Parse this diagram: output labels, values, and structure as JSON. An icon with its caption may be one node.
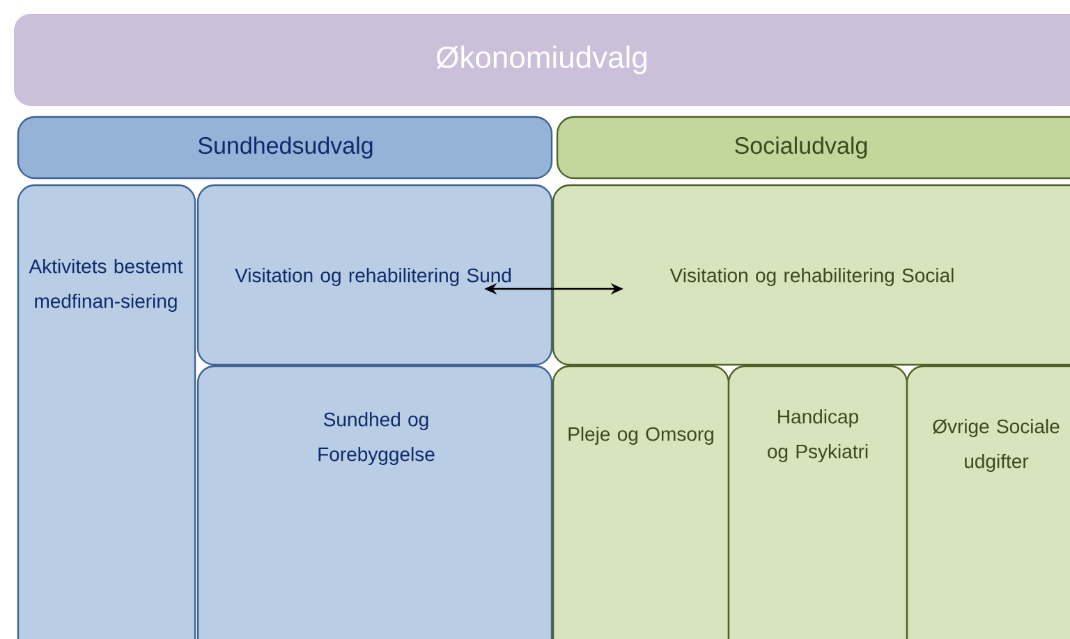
{
  "diagram": {
    "nodes": [
      {
        "text": [
          "Økonomiudvalg"
        ]
      },
      {
        "text": [
          "Sundhedsudvalg"
        ]
      },
      {
        "text": [
          "Socialudvalg"
        ]
      },
      {
        "text": [
          "Aktivitets bestemt medfinan-siering"
        ]
      },
      {
        "text": [
          "Visitation og rehabilitering Sund"
        ]
      },
      {
        "text": [
          "Visitation og rehabilitering Social"
        ]
      },
      {
        "text": [
          "Sundhed og Forebyggelse"
        ]
      },
      {
        "text": [
          "Pleje og Omsorg"
        ]
      },
      {
        "text": [
          "Handicap og Psykiatri"
        ]
      },
      {
        "text": [
          "Øvrige Sociale udgifter"
        ]
      }
    ],
    "edges": [
      {
        "from": 4,
        "to": 5,
        "arrow": "both"
      }
    ]
  }
}
